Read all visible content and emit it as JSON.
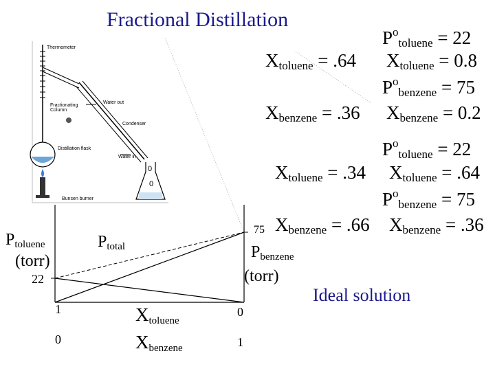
{
  "title": "Fractional Distillation",
  "apparatus": {
    "thermometer": "Thermometer",
    "fractionating_column": "Fractionating Column",
    "water_out": "Water out",
    "condenser": "Condenser",
    "distillation_flask": "Distillation flask",
    "water_in": "Water in",
    "bunsen_burner": "Bunsen burner"
  },
  "liquid_case": {
    "x_toluene": "X",
    "x_toluene_sub": "toluene",
    "x_toluene_val": "= .64",
    "x_benzene": "X",
    "x_benzene_sub": "benzene",
    "x_benzene_val": "= .36",
    "p_toluene": "P",
    "p_toluene_sup": "o",
    "p_toluene_sub": "toluene",
    "p_toluene_val": "= 22",
    "xv_toluene_val": "= 0.8",
    "p_benzene_val": "= 75",
    "xv_benzene_val": "= 0.2"
  },
  "second_case": {
    "p_toluene_val": "= 22",
    "x_toluene_liquid_val": "= .34",
    "x_toluene_val": "= .64",
    "p_benzene_val": "= 75",
    "x_benzene_liquid_val": "= .66",
    "x_benzene_val": "= .36"
  },
  "graph": {
    "p_toluene": "P",
    "p_toluene_sub": "toluene",
    "torr_left": "(torr)",
    "p_total": "P",
    "p_total_sub": "total",
    "p_benzene": "P",
    "p_benzene_sub": "benzene",
    "torr_right": "(torr)",
    "tick_22": "22",
    "tick_75": "75",
    "x_left_top": "1",
    "x_left_bottom": "0",
    "x_right_top": "0",
    "x_right_bottom": "1",
    "x_toluene": "X",
    "x_toluene_sub": "toluene",
    "x_benzene": "X",
    "x_benzene_sub": "benzene"
  },
  "ideal_solution": "Ideal solution"
}
